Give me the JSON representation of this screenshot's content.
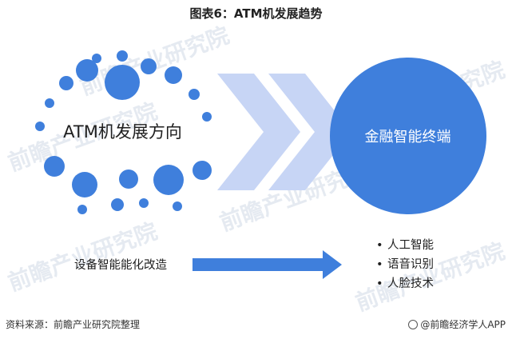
{
  "title": "图表6：ATM机发展趋势",
  "left_node": {
    "label": "ATM机发展方向"
  },
  "right_node": {
    "label": "金融智能终端"
  },
  "bottom": {
    "left_label": "设备智能能化改造",
    "bullets": [
      "人工智能",
      "语音识别",
      "人脸技术"
    ],
    "bullet_symbol": "•"
  },
  "footer": {
    "source": "资料来源：前瞻产业研究院整理",
    "brand": "@前瞻经济学人APP"
  },
  "watermark": "前瞻产业研究院",
  "colors": {
    "dot_blue": "#3f7fdc",
    "chevron_light": "#c7d5f5",
    "circle_blue": "#3f7fdc",
    "arrow_blue": "#3f7fdc"
  }
}
